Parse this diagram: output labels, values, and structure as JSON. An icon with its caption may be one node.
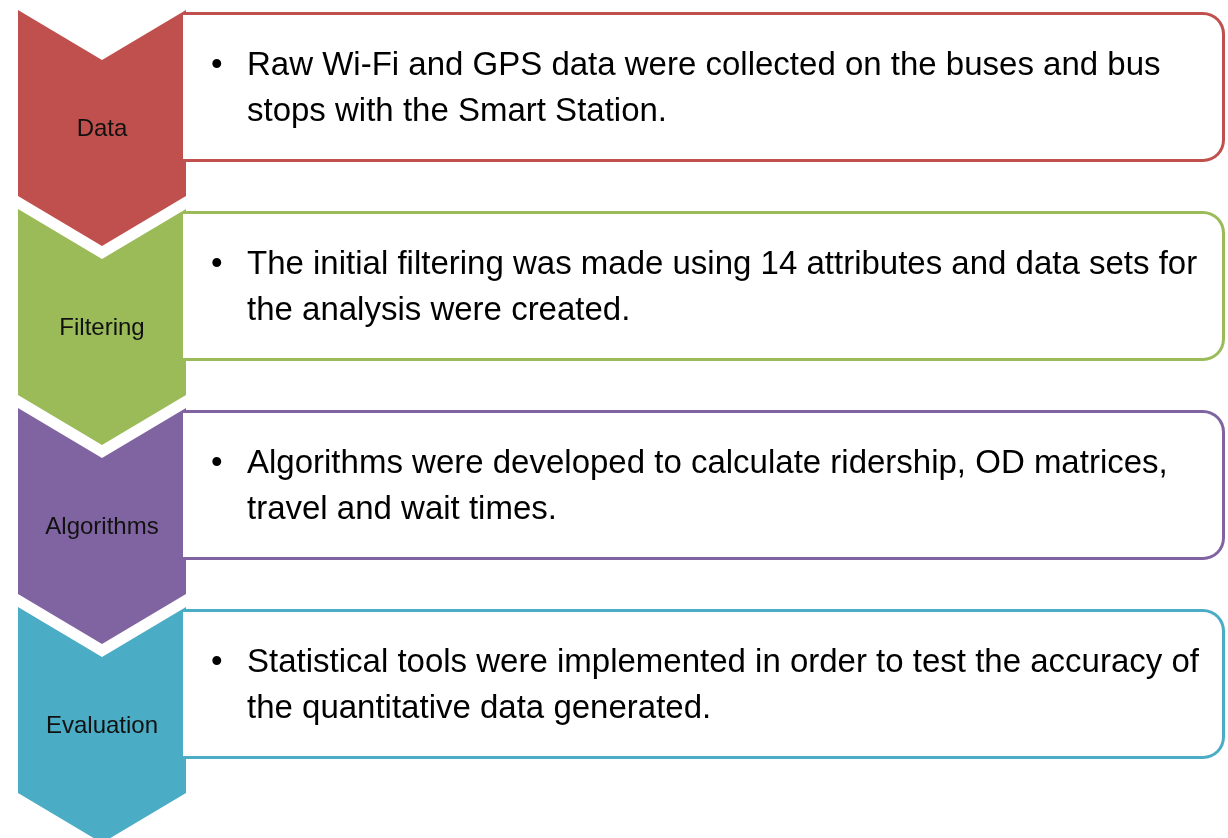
{
  "diagram": {
    "nodes": [
      {
        "text": [
          "Data"
        ]
      },
      {
        "text": [
          "•",
          "Raw Wi-Fi and GPS data were collected on the buses and bus stops with the Smart Station."
        ]
      },
      {
        "text": [
          "Filtering"
        ]
      },
      {
        "text": [
          "•",
          "The initial filtering was made using 14 attributes and data sets for the analysis were created."
        ]
      },
      {
        "text": [
          "Algorithms"
        ]
      },
      {
        "text": [
          "•",
          "Algorithms were developed to calculate ridership, OD matrices, travel and wait times."
        ]
      },
      {
        "text": [
          "Evaluation"
        ]
      },
      {
        "text": [
          "•",
          "Statistical tools were implemented in order to test the accuracy of the quantitative data generated."
        ]
      }
    ],
    "edges": []
  }
}
